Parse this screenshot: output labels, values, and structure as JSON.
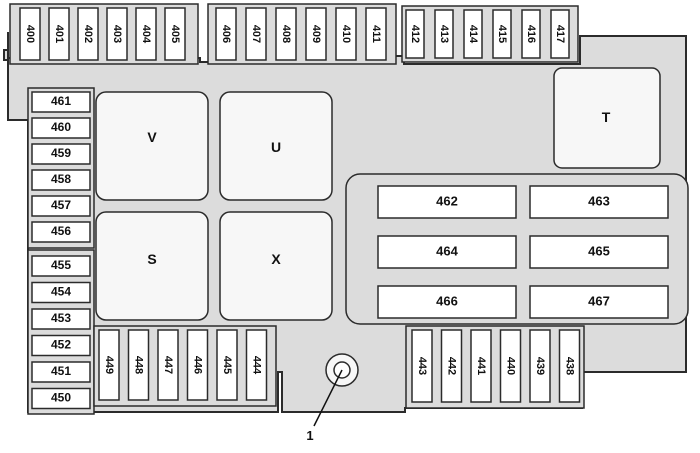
{
  "colors": {
    "panel": "#dcdcdc",
    "panel_stroke": "#2b2b2b",
    "block": "#f7f7f7",
    "fuse": "#ffffff"
  },
  "fuses": {
    "top_left": [
      "400",
      "401",
      "402",
      "403",
      "404",
      "405"
    ],
    "top_mid": [
      "406",
      "407",
      "408",
      "409",
      "410",
      "411"
    ],
    "top_right": [
      "412",
      "413",
      "414",
      "415",
      "416",
      "417"
    ],
    "left_upper": [
      "461",
      "460",
      "459",
      "458",
      "457",
      "456"
    ],
    "left_lower": [
      "455",
      "454",
      "453",
      "452",
      "451",
      "450"
    ],
    "bottom_left": [
      "449",
      "448",
      "447",
      "446",
      "445",
      "444"
    ],
    "bottom_right": [
      "443",
      "442",
      "441",
      "440",
      "439",
      "438"
    ],
    "maxi": [
      "462",
      "463",
      "464",
      "465",
      "466",
      "467"
    ]
  },
  "relays": {
    "V": "V",
    "U": "U",
    "S": "S",
    "X": "X",
    "T": "T"
  },
  "callout": {
    "label": "1"
  }
}
